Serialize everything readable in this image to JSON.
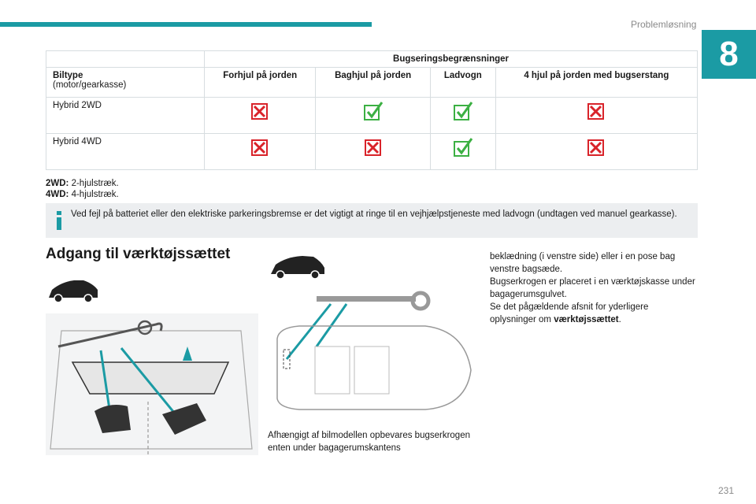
{
  "header": {
    "section_title": "Problemløsning",
    "chapter_number": "8"
  },
  "table": {
    "group_header": "Bugseringsbegrænsninger",
    "biltype_label": "Biltype",
    "biltype_sub": "(motor/gearkasse)",
    "columns": [
      "Forhjul på jorden",
      "Baghjul på jorden",
      "Ladvogn",
      "4 hjul på jorden med bugserstang"
    ],
    "rows": [
      {
        "label": "Hybrid 2WD",
        "marks": [
          "no",
          "yes",
          "yes",
          "no"
        ]
      },
      {
        "label": "Hybrid 4WD",
        "marks": [
          "no",
          "no",
          "yes",
          "no"
        ]
      }
    ]
  },
  "abbreviations": [
    {
      "term": "2WD:",
      "text": " 2-hjulstræk."
    },
    {
      "term": "4WD:",
      "text": " 4-hjulstræk."
    }
  ],
  "info": {
    "text": "Ved fejl på batteriet eller den elektriske parkeringsbremse er det vigtigt at ringe til en vejhjælpstjeneste med ladvogn (undtagen ved manuel gearkasse)."
  },
  "toolkit": {
    "heading": "Adgang til værktøjssættet",
    "mid_text": "Afhængigt af bilmodellen opbevares bugserkrogen enten under bagagerumskantens",
    "right_text_1": "beklædning (i venstre side) eller i en pose bag venstre bagsæde.",
    "right_text_2": "Bugserkrogen er placeret i en værktøjskasse under bagagerumsgulvet.",
    "right_text_3": "Se det pågældende afsnit for yderligere oplysninger om ",
    "right_text_bold": "værktøjssættet",
    "right_text_end": "."
  },
  "colors": {
    "accent": "#1b9ba4",
    "yes": "#3cb043",
    "no": "#d9232a"
  },
  "page_number": "231"
}
